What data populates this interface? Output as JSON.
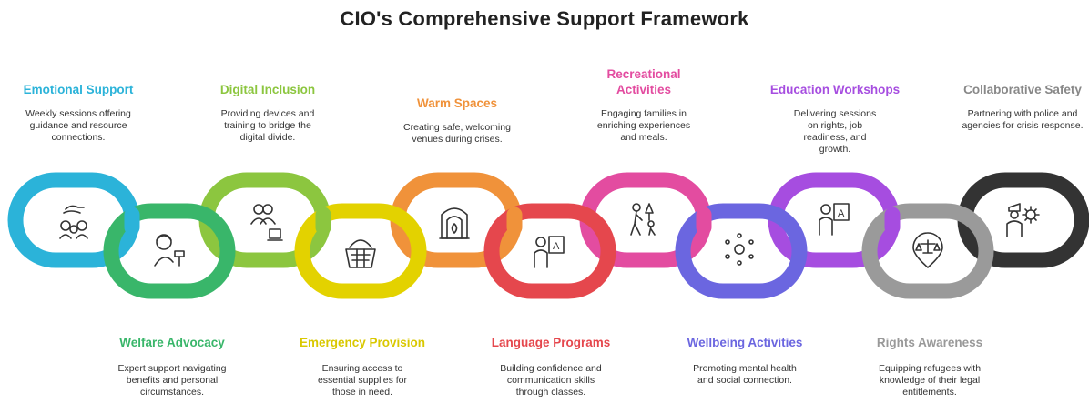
{
  "title": "CIO's Comprehensive Support Framework",
  "top_items": [
    {
      "heading": "Emotional Support",
      "desc": "Weekly sessions offering guidance and resource connections.",
      "color": "#2bb3d9",
      "icon": "caring-hand-family-icon"
    },
    {
      "heading": "Digital Inclusion",
      "desc": "Providing devices and training to bridge the digital divide.",
      "color": "#8cc63f",
      "icon": "users-laptop-icon"
    },
    {
      "heading": "Warm Spaces",
      "desc": "Creating safe, welcoming venues during crises.",
      "color": "#f0923a",
      "icon": "fireplace-icon"
    },
    {
      "heading": "Recreational Activities",
      "desc": "Engaging families in enriching experiences and meals.",
      "color": "#e34ca0",
      "icon": "family-hiking-icon"
    },
    {
      "heading": "Education Workshops",
      "desc": "Delivering sessions on rights, job readiness, and growth.",
      "color": "#a64de0",
      "icon": "teacher-board-icon"
    },
    {
      "heading": "Collaborative Safety",
      "desc": "Partnering with police and agencies for crisis response.",
      "color": "#888888",
      "icon": "officer-gear-icon"
    }
  ],
  "bottom_items": [
    {
      "heading": "Welfare Advocacy",
      "desc": "Expert support navigating benefits and personal circumstances.",
      "color": "#39b66a",
      "icon": "advocate-person-icon"
    },
    {
      "heading": "Emergency Provision",
      "desc": "Ensuring access to essential supplies for those in need.",
      "color": "#d9c800",
      "icon": "supply-basket-icon"
    },
    {
      "heading": "Language Programs",
      "desc": "Building confidence and communication skills through classes.",
      "color": "#e5474d",
      "icon": "language-teacher-icon"
    },
    {
      "heading": "Wellbeing Activities",
      "desc": "Promoting mental health and social connection.",
      "color": "#6b66e0",
      "icon": "social-connection-icon"
    },
    {
      "heading": "Rights Awareness",
      "desc": "Equipping refugees with knowledge of their legal entitlements.",
      "color": "#999999",
      "icon": "legal-scales-icon"
    }
  ]
}
